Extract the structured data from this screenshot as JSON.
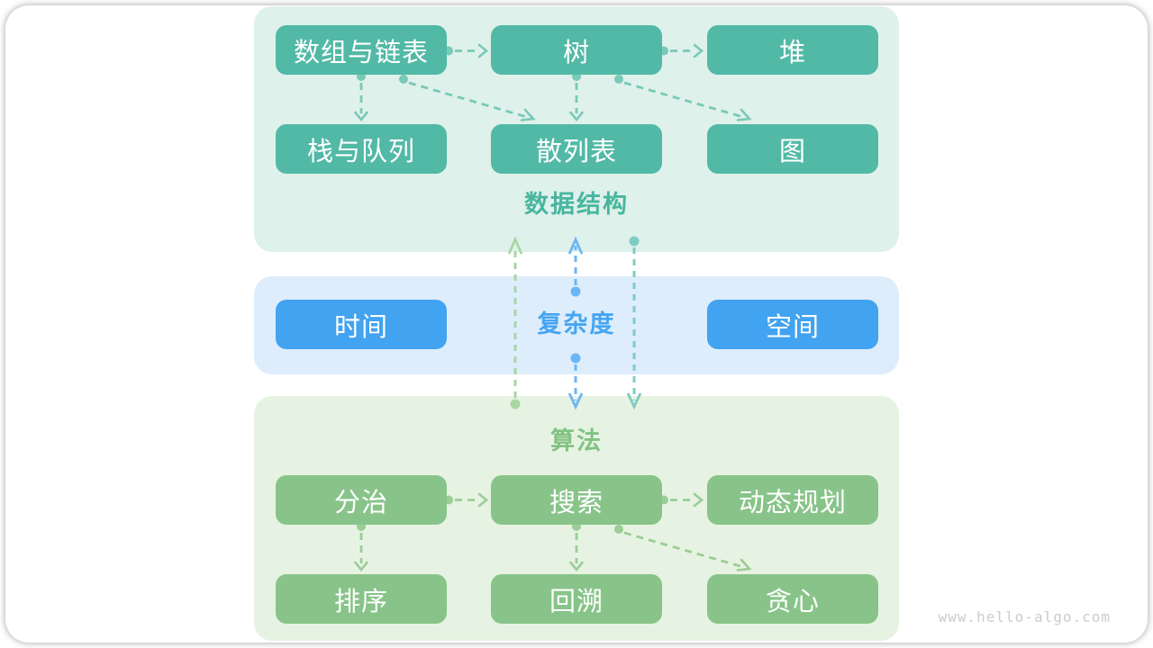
{
  "site": {
    "watermark": "www.hello-algo.com"
  },
  "sections": {
    "data_structures": {
      "label": "数据结构",
      "items": [
        "数组与链表",
        "树",
        "堆",
        "栈与队列",
        "散列表",
        "图"
      ]
    },
    "complexity": {
      "label": "复杂度",
      "items": [
        "时间",
        "空间"
      ]
    },
    "algorithms": {
      "label": "算法",
      "items": [
        "分治",
        "搜索",
        "动态规划",
        "排序",
        "回溯",
        "贪心"
      ]
    }
  },
  "edges": [
    {
      "from": "数组与链表",
      "to": "树"
    },
    {
      "from": "树",
      "to": "堆"
    },
    {
      "from": "数组与链表",
      "to": "栈与队列"
    },
    {
      "from": "数组与链表",
      "to": "散列表"
    },
    {
      "from": "树",
      "to": "散列表"
    },
    {
      "from": "树",
      "to": "图"
    },
    {
      "from": "复杂度",
      "to": "数据结构"
    },
    {
      "from": "复杂度",
      "to": "算法"
    },
    {
      "from": "算法",
      "to": "数据结构"
    },
    {
      "from": "数据结构",
      "to": "算法"
    },
    {
      "from": "分治",
      "to": "搜索"
    },
    {
      "from": "搜索",
      "to": "动态规划"
    },
    {
      "from": "分治",
      "to": "排序"
    },
    {
      "from": "搜索",
      "to": "回溯"
    },
    {
      "from": "搜索",
      "to": "贪心"
    }
  ],
  "colors": {
    "teal_box": "#52b9a6",
    "teal_panel": "#dff1eb",
    "teal_label": "#48b69f",
    "teal_arrow": "#79c9b8",
    "teal_link": "#7fccc2",
    "blue_box": "#42a3f1",
    "blue_panel": "#ddedfc",
    "blue_label": "#46a5f1",
    "blue_arrow": "#6db6f4",
    "green_box": "#88c489",
    "green_panel": "#e7f3e2",
    "green_label": "#82c283",
    "green_arrow": "#9bcd97",
    "green_link": "#a9d6a3",
    "watermark": "#cccccc"
  }
}
